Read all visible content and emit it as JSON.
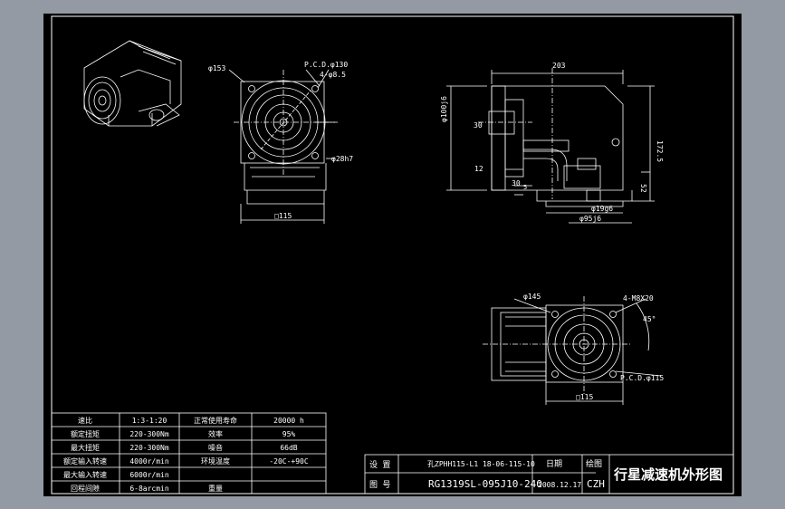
{
  "view_top": {
    "d_outer": "φ153",
    "pcd": "P.C.D.φ130",
    "holes": "4-φ8.5",
    "d_small": "φ28h7",
    "width": "□115"
  },
  "view_side": {
    "length": "203",
    "d_bore": "φ100j6",
    "key": "30",
    "height": "172.5",
    "offset": "12",
    "shaft_len": "30",
    "gap": "5",
    "base": "52",
    "d_inner": "φ19g6",
    "d_mid": "φ95j6"
  },
  "view_bottom": {
    "d_flange": "φ145",
    "holes": "4-M8X20",
    "angle": "45°",
    "pcd": "P.C.D.φ115",
    "width": "□115"
  },
  "spec_table": {
    "rows": [
      [
        "速比",
        "1:3-1:20",
        "正常使用寿命",
        "20000 h"
      ],
      [
        "额定扭矩",
        "220-300Nm",
        "效率",
        "95%"
      ],
      [
        "最大扭矩",
        "220-300Nm",
        "噪音",
        "66dB"
      ],
      [
        "额定输入转速",
        "4000r/min",
        "环境温度",
        "-20C-+90C"
      ],
      [
        "最大输入转速",
        "6000r/min",
        "",
        ""
      ],
      [
        "回程间隙",
        "6-8arcmin",
        "重量",
        ""
      ]
    ]
  },
  "title_block": {
    "row1_label": "设 置",
    "row2_label": "图 号",
    "spec": "孔ZPHH115-L1 18-06-115-10",
    "date_label": "日期",
    "drawing_no": "RG1319SL-095J10-240",
    "date": "2008.12.17",
    "drawn_label": "绘图",
    "drawn_by": "CZH",
    "title": "行星减速机外形图"
  }
}
